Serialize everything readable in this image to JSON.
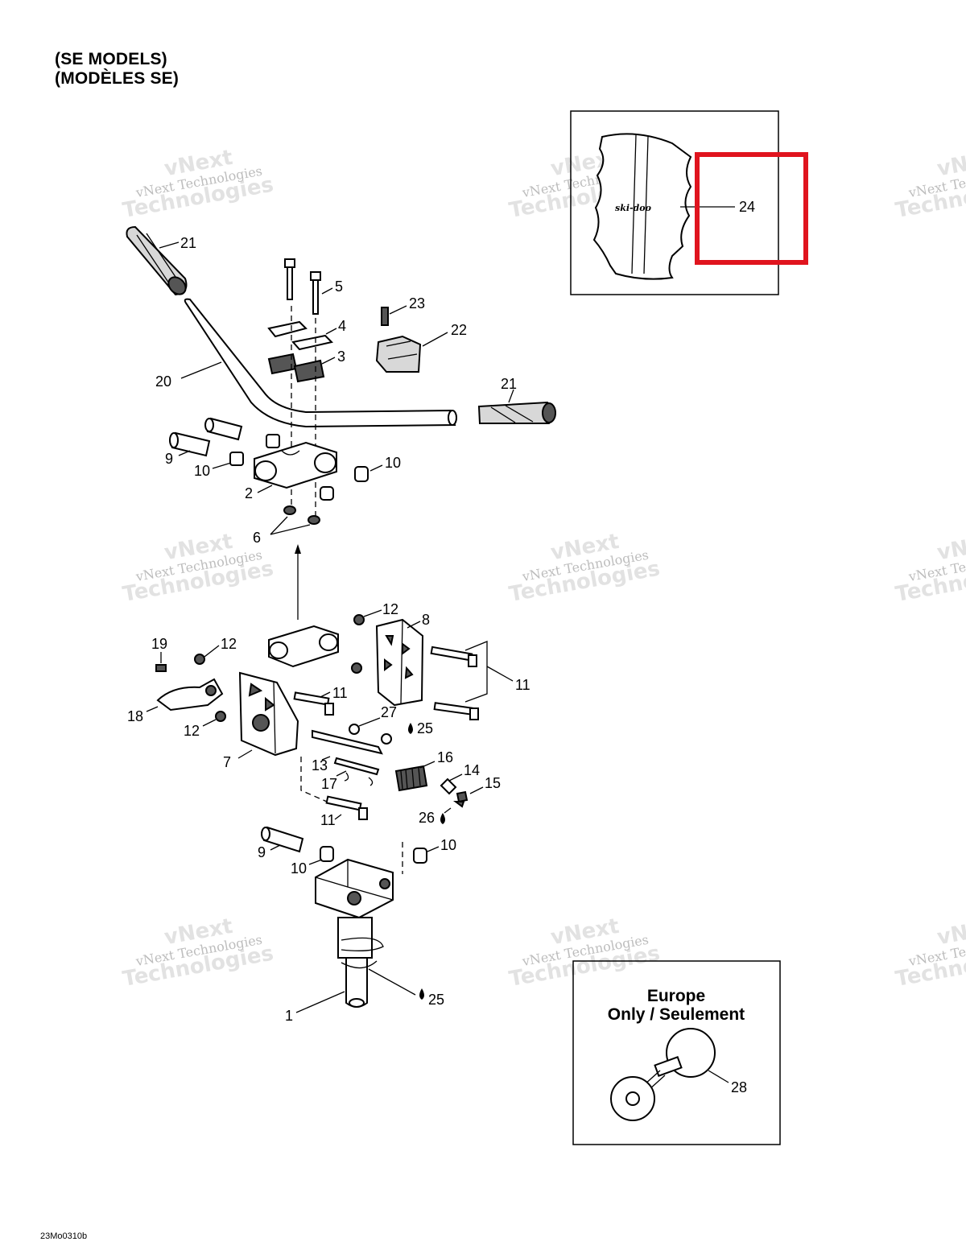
{
  "headings": {
    "line1": "(SE MODELS)",
    "line2": "(MODÈLES SE)"
  },
  "watermark": {
    "line1": "vNext Technologies",
    "line2": "Technologies",
    "line3": "vNext"
  },
  "callouts": {
    "c1": "1",
    "c2": "2",
    "c3": "3",
    "c4": "4",
    "c5": "5",
    "c6": "6",
    "c7": "7",
    "c8": "8",
    "c9": "9",
    "c10": "10",
    "c11": "11",
    "c12": "12",
    "c13": "13",
    "c14": "14",
    "c15": "15",
    "c16": "16",
    "c17": "17",
    "c18": "18",
    "c19": "19",
    "c20": "20",
    "c21": "21",
    "c22": "22",
    "c23": "23",
    "c24": "24",
    "c25": "25",
    "c26": "26",
    "c27": "27",
    "c28": "28"
  },
  "inset_europe": {
    "line1": "Europe",
    "line2": "Only / Seulement"
  },
  "logo_text": "ski-doo",
  "ref_code": "23Mo0310b",
  "highlight_color": "#e0141e"
}
